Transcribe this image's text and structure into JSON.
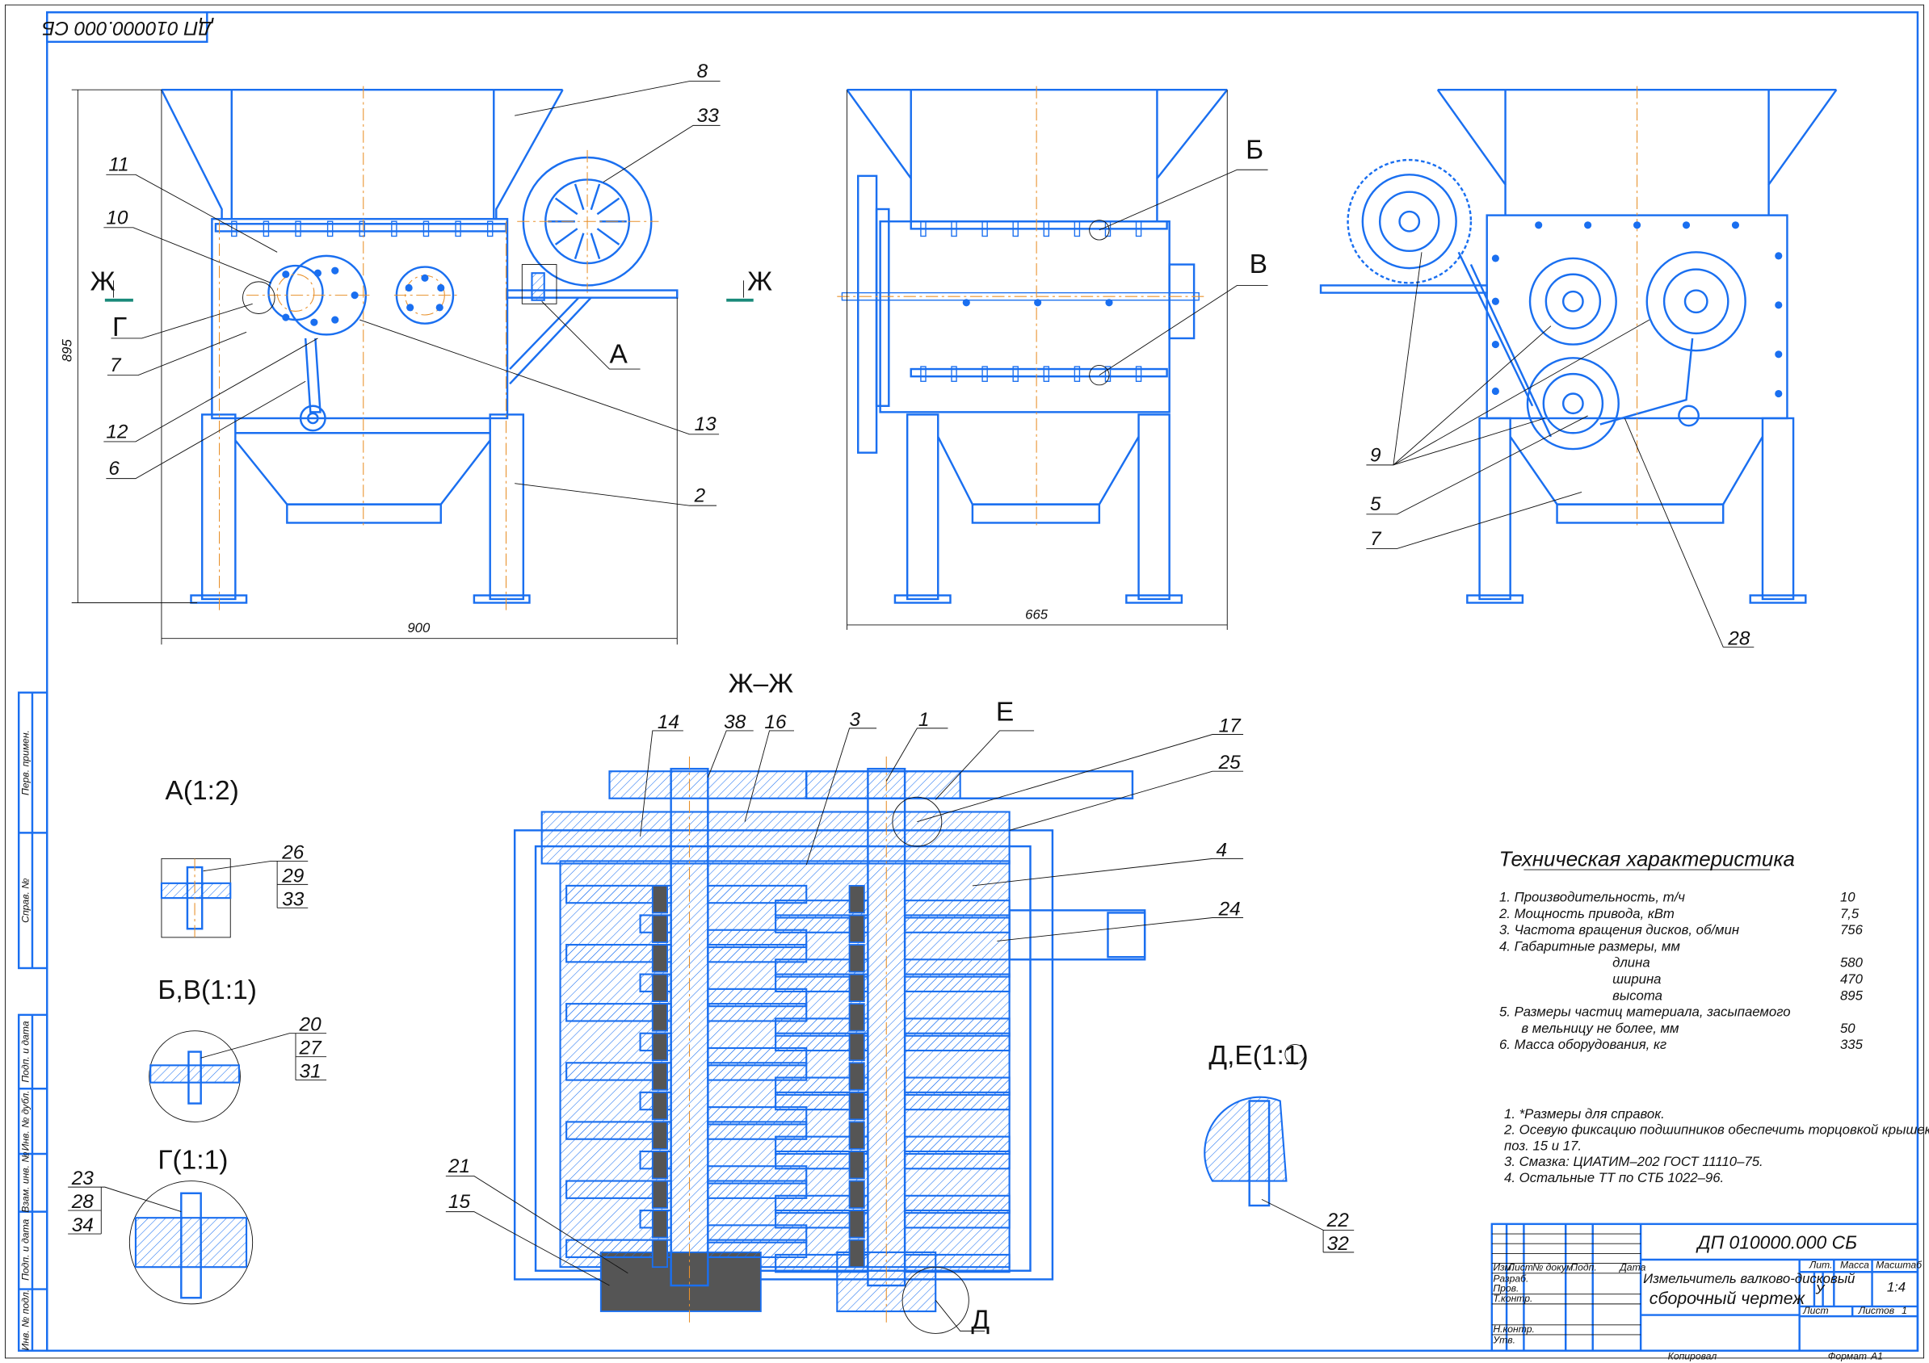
{
  "stamp": "ДП 010000.000 СБ",
  "colors": {
    "line": "#1a6ff0",
    "centerline": "#e8902a",
    "text": "#111111",
    "section_mark": "#1a8a7a"
  },
  "dimensions": {
    "height": "895",
    "width": "900",
    "depth": "665"
  },
  "front_view": {
    "callouts": [
      "8",
      "33",
      "11",
      "10",
      "Г",
      "7",
      "12",
      "6",
      "А",
      "13",
      "2"
    ],
    "cut_mark": "Ж"
  },
  "side_view": {
    "callouts": [
      "Б",
      "В"
    ]
  },
  "right_view": {
    "callouts": [
      "9",
      "5",
      "7",
      "28"
    ]
  },
  "section": {
    "title": "Ж–Ж",
    "callouts": [
      "14",
      "38",
      "16",
      "3",
      "1",
      "Е",
      "17",
      "25",
      "4",
      "24",
      "21",
      "15",
      "Д"
    ]
  },
  "details": [
    {
      "title": "А(1:2)",
      "callouts": [
        "26",
        "29",
        "33"
      ]
    },
    {
      "title": "Б,В(1:1)",
      "callouts": [
        "20",
        "27",
        "31"
      ]
    },
    {
      "title": "Г(1:1)",
      "callouts": [
        "23",
        "28",
        "34"
      ]
    },
    {
      "title": "Д,Е(1:1)",
      "callouts": [
        "22",
        "32"
      ]
    }
  ],
  "tech": {
    "title": "Техническая характеристика",
    "rows": [
      {
        "label": "1. Производительность, т/ч",
        "value": "10"
      },
      {
        "label": "2. Мощность  привода,  кВт",
        "value": "7,5"
      },
      {
        "label": "3. Частота  вращения дисков, об/мин",
        "value": "756"
      },
      {
        "label": "4. Габаритные размеры, мм",
        "value": ""
      },
      {
        "label": "длина",
        "value": "580"
      },
      {
        "label": "ширина",
        "value": "470"
      },
      {
        "label": "высота",
        "value": "895"
      },
      {
        "label": "5. Размеры частиц материала, засыпаемого",
        "value": ""
      },
      {
        "label": "в мельницу не более, мм",
        "value": "50"
      },
      {
        "label": "6. Масса оборудования, кг",
        "value": "335"
      }
    ]
  },
  "notes": [
    "1.  *Размеры для справок.",
    "2. Осевую  фиксацию  подшипников  обеспечить  торцовкой  крышек",
    "поз. 15 и 17.",
    "3. Смазка: ЦИАТИМ–202 ГОСТ 11110–75.",
    "4. Остальные ТТ по СТБ 1022–96."
  ],
  "title_block": {
    "designation": "ДП 010000.000 СБ",
    "name_line1": "Измельчитель валково-дисковый",
    "name_line2": "сборочный чертеж",
    "headers": {
      "izm": "Изм.",
      "list": "Лист",
      "doc": "№ докум.",
      "sign": "Подп.",
      "date": "Дата"
    },
    "roles": [
      "Разраб.",
      "Пров.",
      "Т.контр.",
      "Н.контр.",
      "Утв."
    ],
    "lit_label": "Лит.",
    "lit_value": "У",
    "mass_label": "Масса",
    "scale_label": "Масштаб",
    "scale_value": "1:4",
    "sheet_label": "Лист",
    "sheets_label": "Листов",
    "sheets_value": "1",
    "copied": "Копировал",
    "format_label": "Формат",
    "format_value": "A1"
  },
  "side_strip": [
    "Перв. примен.",
    "Справ. №",
    "Подп. и дата",
    "Инв. № дубл.",
    "Взам. инв. №",
    "Подп. и дата",
    "Инв. № подл."
  ]
}
